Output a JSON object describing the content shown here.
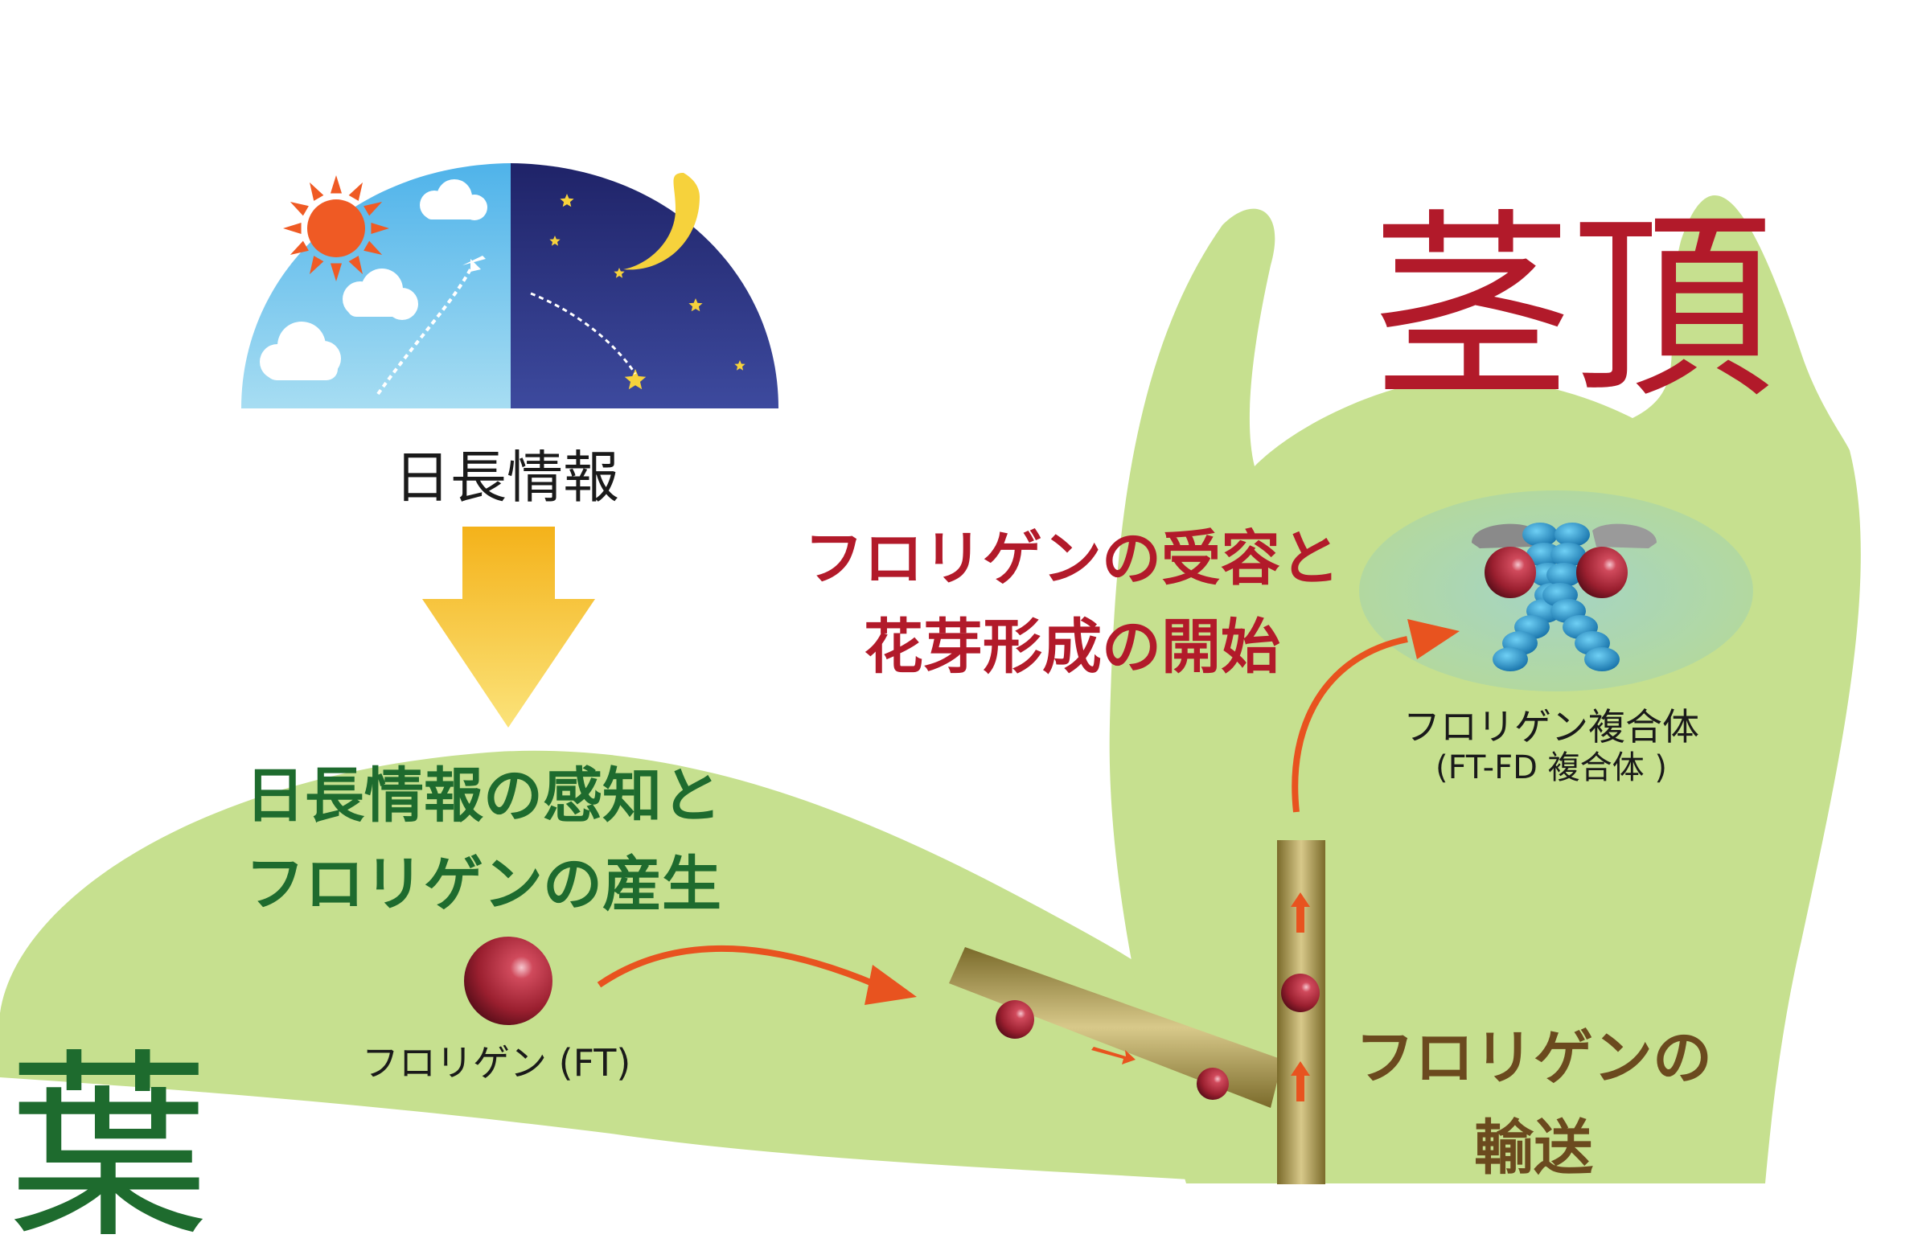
{
  "labels": {
    "sunlight": "日長情報",
    "leaf_process_line1": "日長情報の感知と",
    "leaf_process_line2": "フロリゲンの産生",
    "ft": "フロリゲン (FT)",
    "apex_process_line1": "フロリゲンの受容と",
    "apex_process_line2": "花芽形成の開始",
    "complex": "フロリゲン複合体",
    "complex_sub": "(FT-FD 複合体 )",
    "transport_line1": "フロリゲンの",
    "transport_line2": "輸送",
    "apex": "茎頂",
    "leaf": "葉"
  },
  "colors": {
    "plant": "#c6e08f",
    "apex_text": "#b21a2a",
    "leaf_text": "#1e6b2e",
    "transport_text": "#6b4a1e",
    "arrow": "#e8531f",
    "down_arrow": "#f5b81c",
    "day_sky": "#6ec6ee",
    "night_sky": "#2b2f7a",
    "sun": "#ef5a24",
    "moon": "#f6d23c",
    "florigen": "#b0283a",
    "fd_protein": "#1c8ec8",
    "nucleus": "#a9d4b5"
  },
  "icons": {
    "sun": "sun-icon",
    "moon": "moon-icon",
    "airplane": "airplane-icon",
    "star": "star-icon"
  }
}
